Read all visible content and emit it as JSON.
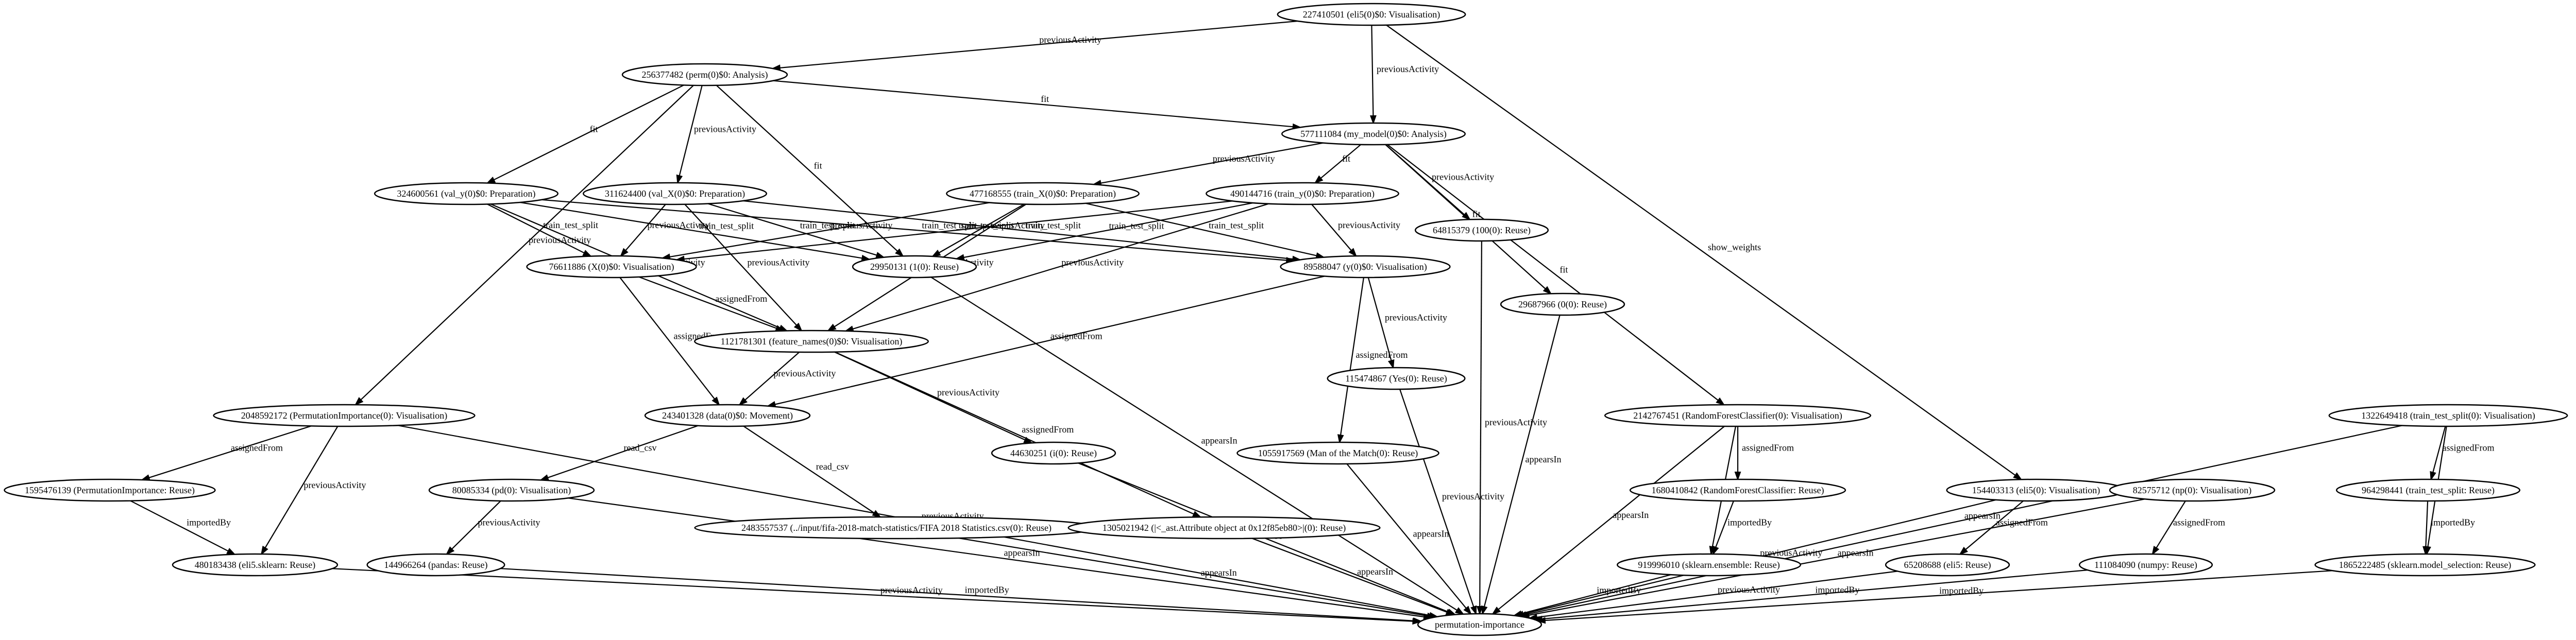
{
  "nodes": [
    {
      "id": "n_vis_top",
      "label": "227410501 (eli5(0)$0: Visualisation)"
    },
    {
      "id": "n_perm",
      "label": "256377482 (perm(0)$0: Analysis)"
    },
    {
      "id": "n_model",
      "label": "577111084 (my_model(0)$0: Analysis)"
    },
    {
      "id": "n_valy",
      "label": "324600561 (val_y(0)$0: Preparation)"
    },
    {
      "id": "n_valx",
      "label": "311624400 (val_X(0)$0: Preparation)"
    },
    {
      "id": "n_trainx",
      "label": "477168555 (train_X(0)$0: Preparation)"
    },
    {
      "id": "n_trainy",
      "label": "490144716 (train_y(0)$0: Preparation)"
    },
    {
      "id": "n_64815379",
      "label": "64815379 (100(0): Reuse)"
    },
    {
      "id": "n_x",
      "label": "76611886 (X(0)$0: Visualisation)"
    },
    {
      "id": "n_1",
      "label": "29950131 (1(0): Reuse)"
    },
    {
      "id": "n_y",
      "label": "89588047 (y(0)$0: Visualisation)"
    },
    {
      "id": "n_0",
      "label": "29687966 (0(0): Reuse)"
    },
    {
      "id": "n_feat",
      "label": "1121781301 (feature_names(0)$0: Visualisation)"
    },
    {
      "id": "n_yes",
      "label": "115474867 (Yes(0): Reuse)"
    },
    {
      "id": "n_pimp",
      "label": "2048592172 (PermutationImportance(0): Visualisation)"
    },
    {
      "id": "n_data",
      "label": "243401328 (data(0)$0: Movement)"
    },
    {
      "id": "n_rfc",
      "label": "2142767451 (RandomForestClassifier(0): Visualisation)"
    },
    {
      "id": "n_tts",
      "label": "1322649418 (train_test_split(0): Visualisation)"
    },
    {
      "id": "n_44630251",
      "label": "44630251 (i(0): Reuse)"
    },
    {
      "id": "n_motm",
      "label": "1055917569 (Man of the Match(0): Reuse)"
    },
    {
      "id": "n_pimp_r",
      "label": "1595476139 (PermutationImportance: Reuse)"
    },
    {
      "id": "n_pd",
      "label": "80085334 (pd(0): Visualisation)"
    },
    {
      "id": "n_rfc_r",
      "label": "1680410842 (RandomForestClassifier: Reuse)"
    },
    {
      "id": "n_eli5v",
      "label": "154403313 (eli5(0): Visualisation)"
    },
    {
      "id": "n_npv",
      "label": "82575712 (np(0): Visualisation)"
    },
    {
      "id": "n_tts_r",
      "label": "964298441 (train_test_split: Reuse)"
    },
    {
      "id": "n_csv",
      "label": "2483557537 (../input/fifa-2018-match-statistics/FIFA 2018 Statistics.csv(0): Reuse)"
    },
    {
      "id": "n_attr",
      "label": "1305021942 (|<_ast.Attribute object at 0x12f85eb80>|(0): Reuse)"
    },
    {
      "id": "n_eli5sk",
      "label": "480183438 (eli5.sklearn: Reuse)"
    },
    {
      "id": "n_pandas",
      "label": "144966264 (pandas: Reuse)"
    },
    {
      "id": "n_ens",
      "label": "919996010 (sklearn.ensemble: Reuse)"
    },
    {
      "id": "n_eli5r",
      "label": "65208688 (eli5: Reuse)"
    },
    {
      "id": "n_numpy",
      "label": "111084090 (numpy: Reuse)"
    },
    {
      "id": "n_msel",
      "label": "1865222485 (sklearn.model_selection: Reuse)"
    },
    {
      "id": "n_root",
      "label": "permutation-importance"
    }
  ],
  "edges": [
    {
      "from": "n_vis_top",
      "to": "n_perm",
      "label": "previousActivity"
    },
    {
      "from": "n_vis_top",
      "to": "n_model",
      "label": "previousActivity"
    },
    {
      "from": "n_vis_top",
      "to": "n_eli5v",
      "label": "show_weights"
    },
    {
      "from": "n_perm",
      "to": "n_model",
      "label": "fit"
    },
    {
      "from": "n_perm",
      "to": "n_valy",
      "label": "fit"
    },
    {
      "from": "n_perm",
      "to": "n_valx",
      "label": "previousActivity"
    },
    {
      "from": "n_perm",
      "to": "n_1",
      "label": "fit"
    },
    {
      "from": "n_perm",
      "to": "n_pimp",
      "label": "previousActivity"
    },
    {
      "from": "n_model",
      "to": "n_trainx",
      "label": "previousActivity"
    },
    {
      "from": "n_model",
      "to": "n_trainy",
      "label": "fit"
    },
    {
      "from": "n_model",
      "to": "n_64815379",
      "label": "previousActivity"
    },
    {
      "from": "n_model",
      "to": "n_0",
      "label": "fit"
    },
    {
      "from": "n_model",
      "to": "n_rfc",
      "label": "fit"
    },
    {
      "from": "n_valy",
      "to": "n_x",
      "label": "train_test_split"
    },
    {
      "from": "n_valy",
      "to": "n_1",
      "label": "train_test_split"
    },
    {
      "from": "n_valy",
      "to": "n_y",
      "label": "train_test_split"
    },
    {
      "from": "n_valy",
      "to": "n_feat",
      "label": "previousActivity"
    },
    {
      "from": "n_valx",
      "to": "n_x",
      "label": "previousActivity"
    },
    {
      "from": "n_valx",
      "to": "n_1",
      "label": "train_test_split"
    },
    {
      "from": "n_valx",
      "to": "n_y",
      "label": "train_test_split"
    },
    {
      "from": "n_valx",
      "to": "n_feat",
      "label": "previousActivity"
    },
    {
      "from": "n_trainx",
      "to": "n_x",
      "label": "previousActivity"
    },
    {
      "from": "n_trainx",
      "to": "n_1",
      "label": "previousActivity"
    },
    {
      "from": "n_trainx",
      "to": "n_y",
      "label": "train_test_split"
    },
    {
      "from": "n_trainx",
      "to": "n_feat",
      "label": "previousActivity"
    },
    {
      "from": "n_trainy",
      "to": "n_x",
      "label": "train_test_split"
    },
    {
      "from": "n_trainy",
      "to": "n_1",
      "label": "train_test_split"
    },
    {
      "from": "n_trainy",
      "to": "n_y",
      "label": "previousActivity"
    },
    {
      "from": "n_trainy",
      "to": "n_feat",
      "label": "previousActivity"
    },
    {
      "from": "n_x",
      "to": "n_feat",
      "label": "assignedFrom"
    },
    {
      "from": "n_x",
      "to": "n_data",
      "label": "assignedFrom"
    },
    {
      "from": "n_y",
      "to": "n_data",
      "label": "assignedFrom"
    },
    {
      "from": "n_y",
      "to": "n_yes",
      "label": "previousActivity"
    },
    {
      "from": "n_y",
      "to": "n_motm",
      "label": "assignedFrom"
    },
    {
      "from": "n_feat",
      "to": "n_data",
      "label": "previousActivity"
    },
    {
      "from": "n_feat",
      "to": "n_44630251",
      "label": "previousActivity"
    },
    {
      "from": "n_feat",
      "to": "n_attr",
      "label": "assignedFrom"
    },
    {
      "from": "n_data",
      "to": "n_pd",
      "label": "read_csv"
    },
    {
      "from": "n_data",
      "to": "n_csv",
      "label": "read_csv"
    },
    {
      "from": "n_pimp",
      "to": "n_pimp_r",
      "label": "assignedFrom"
    },
    {
      "from": "n_pimp",
      "to": "n_eli5sk",
      "label": "previousActivity"
    },
    {
      "from": "n_pimp",
      "to": "n_root",
      "label": "previousActivity"
    },
    {
      "from": "n_pimp_r",
      "to": "n_eli5sk",
      "label": "importedBy"
    },
    {
      "from": "n_pd",
      "to": "n_pandas",
      "label": "previousActivity"
    },
    {
      "from": "n_pd",
      "to": "n_root",
      "label": "appearsIn"
    },
    {
      "from": "n_rfc",
      "to": "n_rfc_r",
      "label": "assignedFrom"
    },
    {
      "from": "n_rfc",
      "to": "n_ens",
      "label": "previousActivity"
    },
    {
      "from": "n_rfc",
      "to": "n_root",
      "label": "appearsIn"
    },
    {
      "from": "n_rfc_r",
      "to": "n_ens",
      "label": "importedBy"
    },
    {
      "from": "n_eli5v",
      "to": "n_eli5r",
      "label": "assignedFrom"
    },
    {
      "from": "n_eli5v",
      "to": "n_root",
      "label": "previousActivity"
    },
    {
      "from": "n_npv",
      "to": "n_numpy",
      "label": "assignedFrom"
    },
    {
      "from": "n_npv",
      "to": "n_root",
      "label": "appearsIn"
    },
    {
      "from": "n_tts",
      "to": "n_tts_r",
      "label": "assignedFrom"
    },
    {
      "from": "n_tts",
      "to": "n_msel",
      "label": "previousActivity"
    },
    {
      "from": "n_tts",
      "to": "n_root",
      "label": "appearsIn"
    },
    {
      "from": "n_tts_r",
      "to": "n_msel",
      "label": "importedBy"
    },
    {
      "from": "n_1",
      "to": "n_root",
      "label": "appearsIn"
    },
    {
      "from": "n_64815379",
      "to": "n_root",
      "label": "previousActivity"
    },
    {
      "from": "n_0",
      "to": "n_root",
      "label": "appearsIn"
    },
    {
      "from": "n_yes",
      "to": "n_root",
      "label": "previousActivity"
    },
    {
      "from": "n_44630251",
      "to": "n_root",
      "label": "appearsIn"
    },
    {
      "from": "n_motm",
      "to": "n_root",
      "label": "appearsIn"
    },
    {
      "from": "n_csv",
      "to": "n_root",
      "label": "appearsIn"
    },
    {
      "from": "n_attr",
      "to": "n_root",
      "label": "appearsIn"
    },
    {
      "from": "n_eli5sk",
      "to": "n_root",
      "label": "previousActivity"
    },
    {
      "from": "n_pandas",
      "to": "n_root",
      "label": "importedBy"
    },
    {
      "from": "n_ens",
      "to": "n_root",
      "label": "importedBy"
    },
    {
      "from": "n_eli5r",
      "to": "n_root",
      "label": "previousActivity"
    },
    {
      "from": "n_numpy",
      "to": "n_root",
      "label": "importedBy"
    },
    {
      "from": "n_msel",
      "to": "n_root",
      "label": "importedBy"
    }
  ]
}
